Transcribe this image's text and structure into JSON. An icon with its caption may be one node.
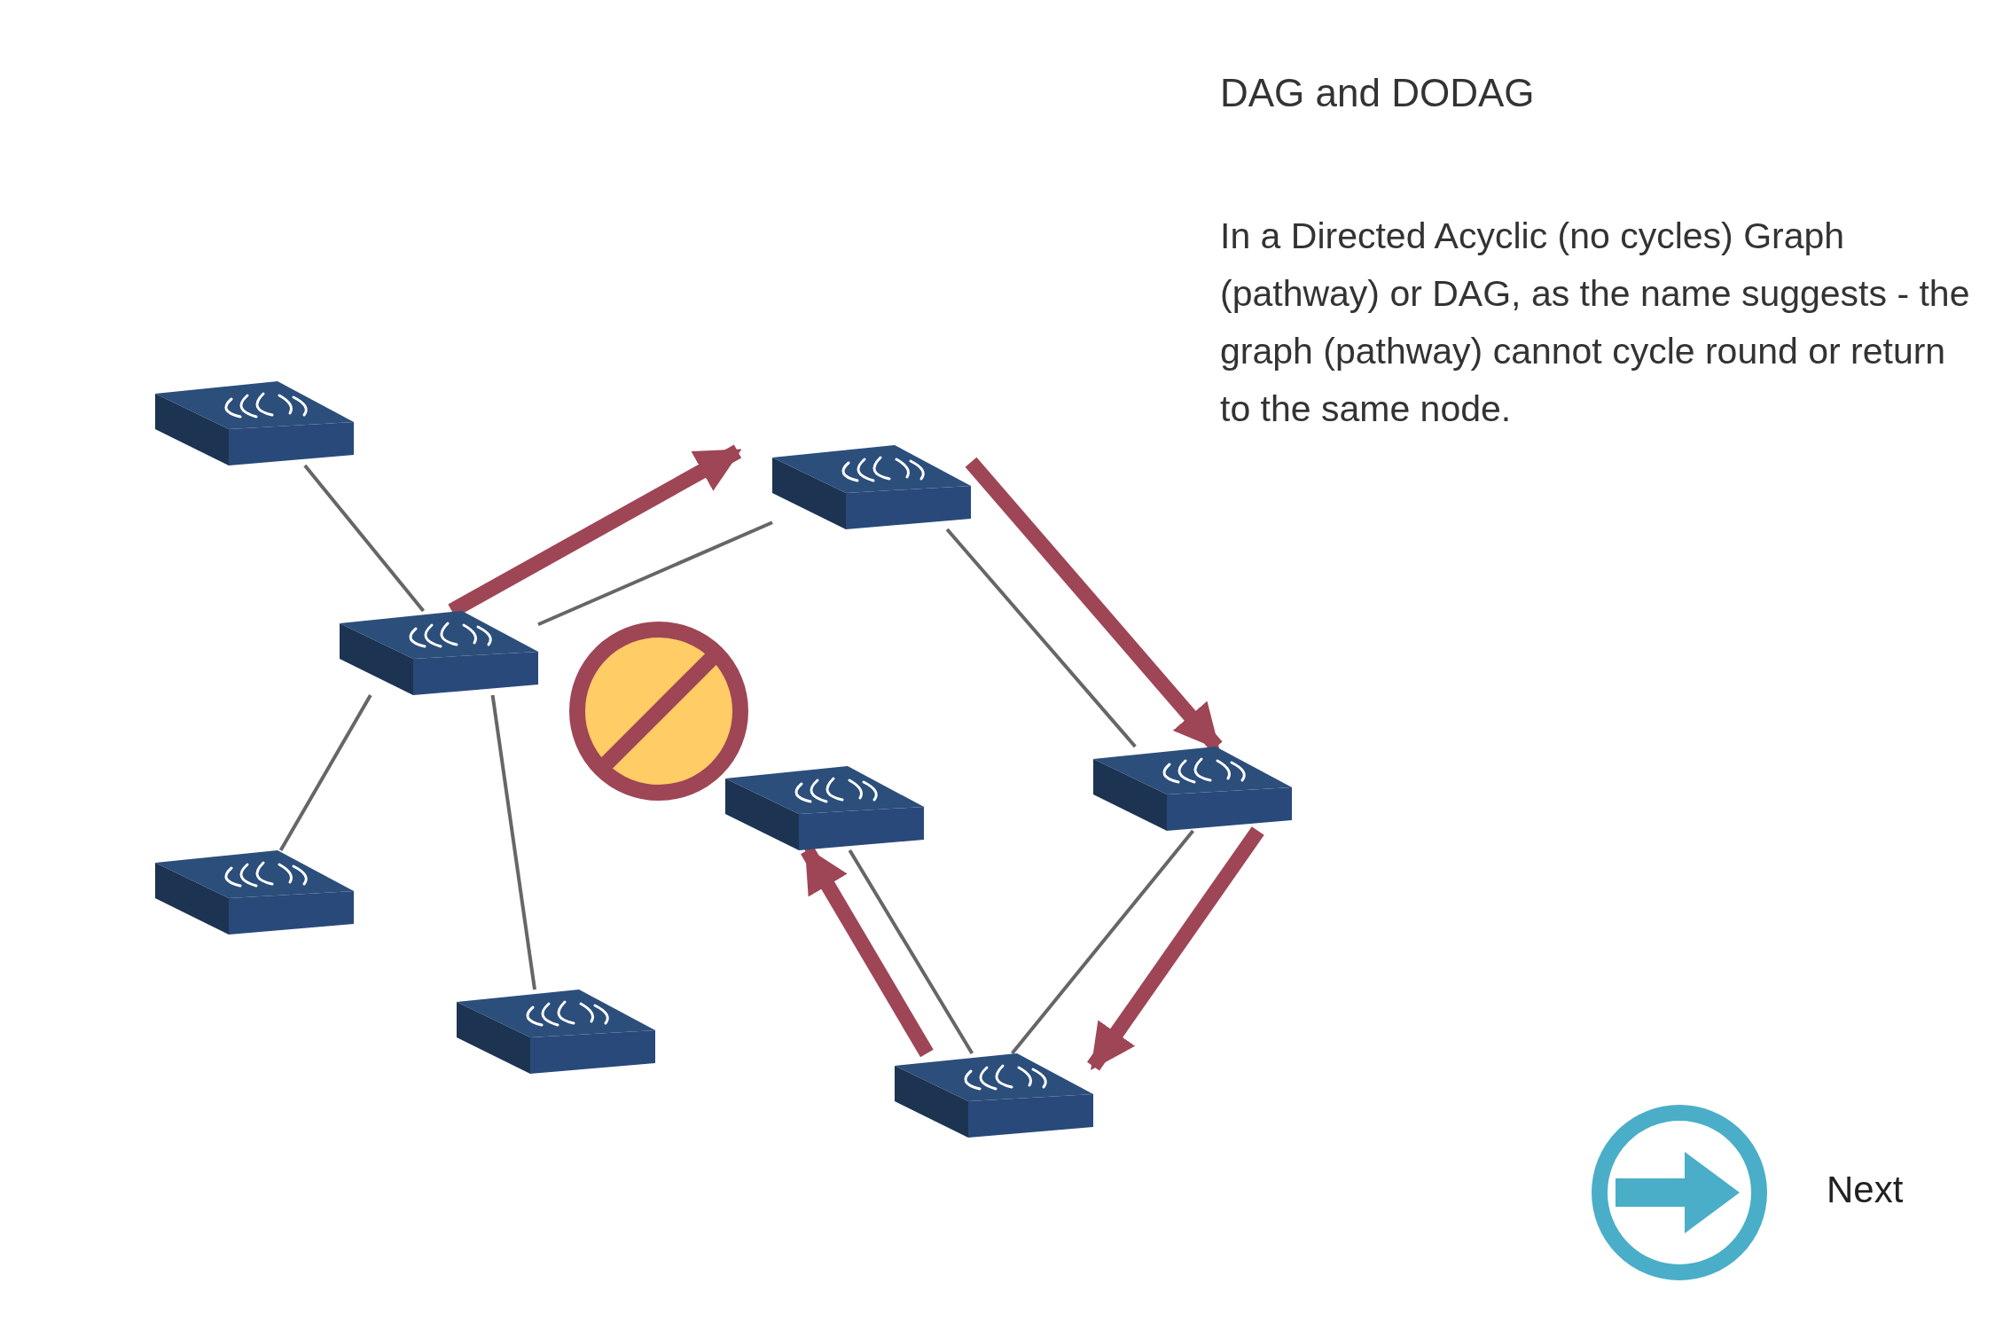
{
  "diagram": {
    "title": "DAG and DODAG",
    "nodes": [
      {
        "text": [],
        "shape": "picture"
      },
      {
        "text": [],
        "shape": "picture"
      },
      {
        "text": [],
        "shape": "picture"
      },
      {
        "text": [],
        "shape": "picture"
      },
      {
        "text": [],
        "shape": "picture"
      },
      {
        "text": [],
        "shape": "picture"
      },
      {
        "text": [],
        "shape": "picture"
      },
      {
        "text": [],
        "shape": "picture"
      }
    ],
    "edges": [
      {
        "from": 0,
        "to": 1,
        "arrow": "none"
      },
      {
        "from": 1,
        "to": 2,
        "arrow": "none"
      },
      {
        "from": 1,
        "to": 4,
        "arrow": "none"
      },
      {
        "from": 1,
        "to": 5,
        "arrow": "none"
      },
      {
        "from": 2,
        "to": 3,
        "arrow": "none"
      },
      {
        "from": 3,
        "to": 7,
        "arrow": "none"
      },
      {
        "from": 7,
        "to": 6,
        "arrow": "none"
      },
      {
        "from": 1,
        "to": 2,
        "arrow": "to",
        "style": "thick",
        "color": "#9e4656"
      },
      {
        "from": 2,
        "to": 3,
        "arrow": "to",
        "style": "thick",
        "color": "#9e4656"
      },
      {
        "from": 3,
        "to": 7,
        "arrow": "to",
        "style": "thick",
        "color": "#9e4656"
      },
      {
        "from": 7,
        "to": 6,
        "arrow": "to",
        "style": "thick",
        "color": "#9e4656"
      }
    ],
    "labels": [
      "In a Directed Acyclic (no cycles) Graph (pathway) or DAG, as the name suggests - the graph (pathway) cannot cycle round or return to the same node.",
      "Next"
    ]
  }
}
